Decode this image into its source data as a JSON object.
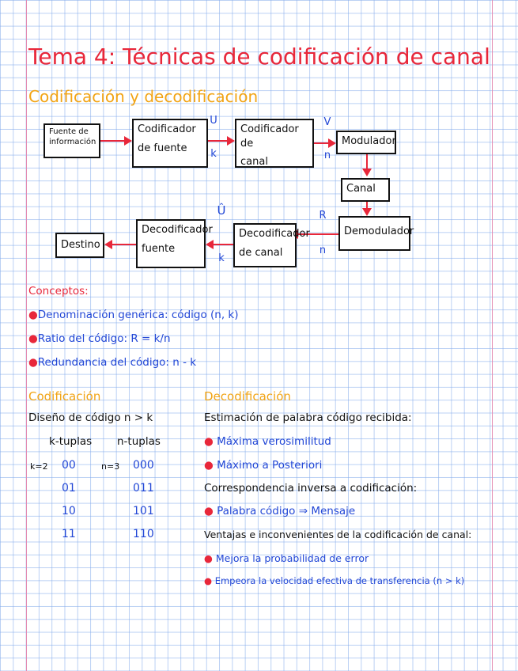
{
  "title": "Tema 4: Técnicas de codificación de canal",
  "subtitle": "Codificación y decodificación",
  "diagram": {
    "source": "Fuente de información",
    "source_coder_l1": "Codificador",
    "source_coder_l2": "de fuente",
    "channel_coder_l1": "Codificador de",
    "channel_coder_l2": "canal",
    "modulator": "Modulador",
    "channel": "Canal",
    "demodulator": "Demodulador",
    "channel_decoder_l1": "Decodificador",
    "channel_decoder_l2": "de canal",
    "source_decoder_l1": "Decodificador",
    "source_decoder_l2": "fuente",
    "destination": "Destino",
    "sig_u": "U",
    "sig_k": "k",
    "sig_v": "V",
    "sig_n": "n",
    "sig_r": "R",
    "sig_n2": "n",
    "sig_uhat": "Û",
    "sig_k2": "k"
  },
  "concepts": {
    "heading": "Conceptos:",
    "item1": "Denominación genérica: código (n, k)",
    "item2": "Ratio del código: R = k/n",
    "item3": "Redundancia del código: n - k"
  },
  "coding": {
    "heading": "Codificación",
    "design": "Diseño de código n > k",
    "col_k": "k-tuplas",
    "col_n": "n-tuplas",
    "k_eq": "k=2",
    "n_eq": "n=3",
    "k_rows": [
      "00",
      "01",
      "10",
      "11"
    ],
    "n_rows": [
      "000",
      "011",
      "101",
      "110"
    ]
  },
  "decoding": {
    "heading": "Decodificación",
    "estimation": "Estimación de palabra código recibida:",
    "est1": "Máxima verosimilitud",
    "est2": "Máximo a Posteriori",
    "inverse": "Correspondencia inversa a codificación:",
    "inv1": "Palabra código ⇒ Mensaje",
    "pros_cons": "Ventajas e inconvenientes de la codificación de canal:",
    "pc1": "Mejora la probabilidad de error",
    "pc2": "Empeora la velocidad efectiva de transferencia (n > k)"
  }
}
